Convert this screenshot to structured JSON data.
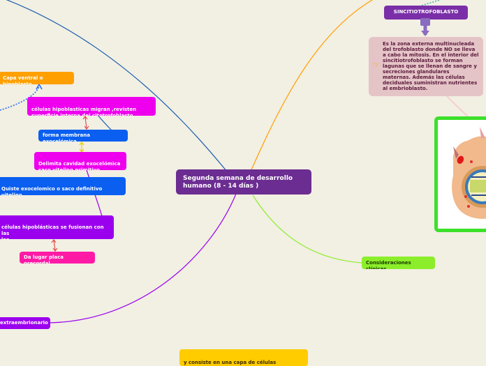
{
  "central": {
    "title": "Segunda semana de desarrollo humano (8 - 14 días )"
  },
  "nodes": {
    "capa_ventral": "Capa ventral o hipoblasto",
    "celulas_migran": "células hipoblasticas migran ,revisten\nsuperficie interna del citotrofoblasto",
    "forma_membrana": "forma membrana exocelómica",
    "delimita": "Delimita   cavidad exocelómica\n saco vitelino primitivo.",
    "quiste": "Quiste exocelomico o saco definitivo\nvitelino",
    "se_fusionan": "células hipoblásticas se fusionan con las\nlas\nblásticas",
    "placa_precordal": "Da lugar placa precordal.",
    "extraembrionario": "extraembrionario",
    "sincitio": "SINCITIOTROFOBLASTO",
    "descripcion": "Es la zona externa multinucleada del trofoblasto donde NO se lleva a cabo la mitosis. En el interior del sincitiotrofoblasto se forman lagunas que se llenan de sangre y secreciones glandulares maternas. Además las células deciduales suministran nutrientes al embrioblasto.",
    "consideraciones": "Consideraciones clínicas",
    "laxamente": "y consiste en una capa de células\nlaxamente ordenadas que rellenan el"
  },
  "colors": {
    "background": "#f2efe3",
    "central": "#6b2d91",
    "orange": "#ffa000",
    "magenta": "#ee00ee",
    "blue": "#0a5ff0",
    "purple": "#9b00ee",
    "pink": "#ff1aa6",
    "dark_purple": "#7a2fa8",
    "light_pink": "#e5c4c8",
    "green": "#8cee2a",
    "yellow": "#ffcc00",
    "frame_green": "#3de02a"
  },
  "icons": [
    "hand-pointer-icon",
    "embryo-illustration"
  ]
}
